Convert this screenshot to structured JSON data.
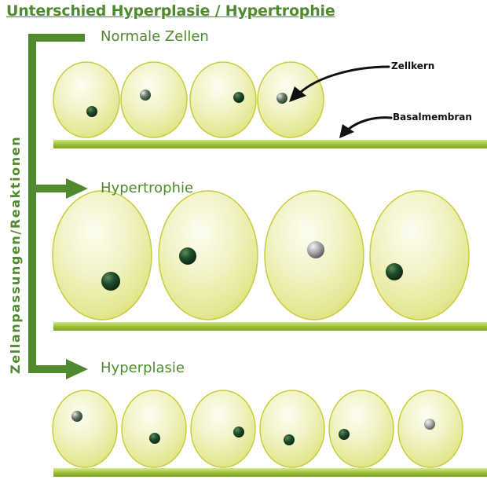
{
  "title": "Unterschied Hyperplasie / Hypertrophie",
  "side_label": "Zellanpassungen/Reaktionen",
  "sections": [
    {
      "label": "Normale Zellen",
      "cell_count": 4
    },
    {
      "label": "Hypertrophie",
      "cell_count": 4
    },
    {
      "label": "Hyperplasie",
      "cell_count": 6
    }
  ],
  "annotations": {
    "nucleus": "Zellkern",
    "membrane": "Basalmembran"
  },
  "colors": {
    "accent_green": "#4f8a2f",
    "cell_fill": "#e8eaa0",
    "cell_outline": "#c9cc3c",
    "membrane": "#a6c63d",
    "nucleus": "#1f4d2a"
  }
}
